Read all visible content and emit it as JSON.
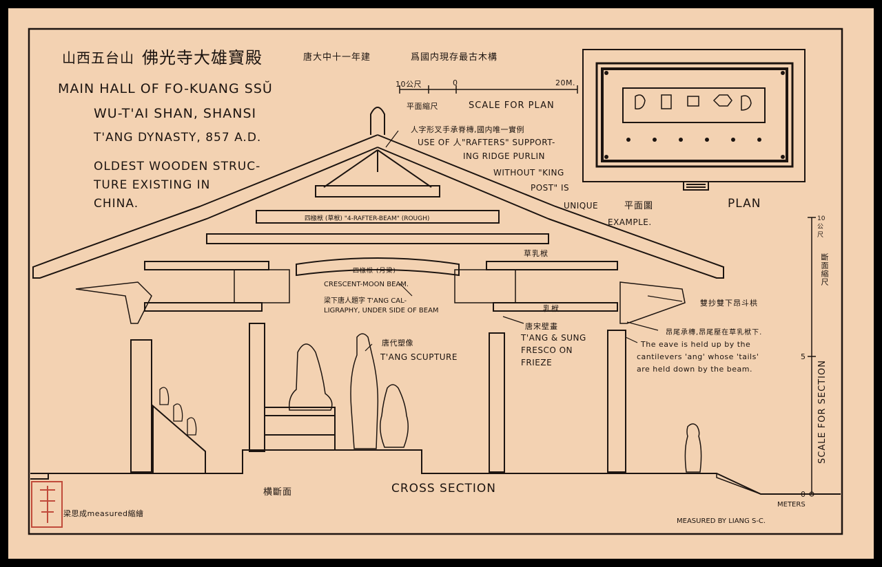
{
  "heading": {
    "chinese_title_prefix": "山西五台山",
    "chinese_title_main": "佛光寺大雄寶殿",
    "chinese_date": "唐大中十一年建",
    "chinese_note": "爲國内現存最古木構"
  },
  "title_block": {
    "line1": "MAIN HALL OF FO-KUANG SSŬ",
    "line2": "WU-T'AI SHAN, SHANSI",
    "line3": "T'ANG DYNASTY, 857 A.D.",
    "desc_line1": "OLDEST WOODEN STRUC-",
    "desc_line2": "TURE EXISTING IN",
    "desc_line3": "CHINA."
  },
  "plan_scale": {
    "tick_left": "10公尺",
    "tick_zero": "0",
    "tick_right": "20M.",
    "label_cn": "平面縮尺",
    "label_en": "SCALE FOR PLAN"
  },
  "plan": {
    "label_cn": "平面圖",
    "label_en": "PLAN"
  },
  "annotations": {
    "rafters_cn": "人字形叉手承脊槫,國内唯一實例",
    "rafters_en_1": "USE OF 人\"RAFTERS\" SUPPORT-",
    "rafters_en_2": "ING RIDGE PURLIN",
    "rafters_en_3": "WITHOUT \"KING",
    "rafters_en_4": "POST\" IS",
    "rafters_en_5": "UNIQUE",
    "rafters_en_6": "EXAMPLE.",
    "four_rafter": "四椽栿 (草栿) \"4-RAFTER-BEAM\" (ROUGH)",
    "cao_ru_fu": "草乳栿",
    "moon_beam_cn": "四椽栿 (月梁)",
    "moon_beam_en": "CRESCENT-MOON BEAM.",
    "calligraphy_1": "梁下唐人題字 T'ANG CAL-",
    "calligraphy_2": "LIGRAPHY, UNDER SIDE OF BEAM",
    "ru_fu": "乳栿",
    "bracket_cn": "雙抄雙下昂斗栱",
    "eave_cn": "昂尾承槫,昂尾壓在草乳栿下.",
    "eave_en_1": "The eave is held up by the",
    "eave_en_2": "cantilevers 'ang' whose 'tails'",
    "eave_en_3": "are held down by the beam.",
    "fresco_cn": "唐宋壁畫",
    "fresco_en_1": "T'ANG & SUNG",
    "fresco_en_2": "FRESCO ON",
    "fresco_en_3": "FRIEZE",
    "sculpture_cn": "唐代塑像",
    "sculpture_en": "T'ANG SCUPTURE"
  },
  "section_scale": {
    "top": "10公尺",
    "mid": "5",
    "zero": "0",
    "label_cn": "斷面縮尺",
    "label_en": "SCALE FOR SECTION",
    "unit": "METERS"
  },
  "footer": {
    "section_cn": "横斷面",
    "section_en": "CROSS SECTION",
    "credit_cn": "梁思成measured縮繪",
    "credit_en": "MEASURED BY LIANG S-C."
  },
  "colors": {
    "paper": "#f3d2b2",
    "ink": "#1c1410",
    "background": "#000000",
    "seal": "#c04a3a"
  }
}
